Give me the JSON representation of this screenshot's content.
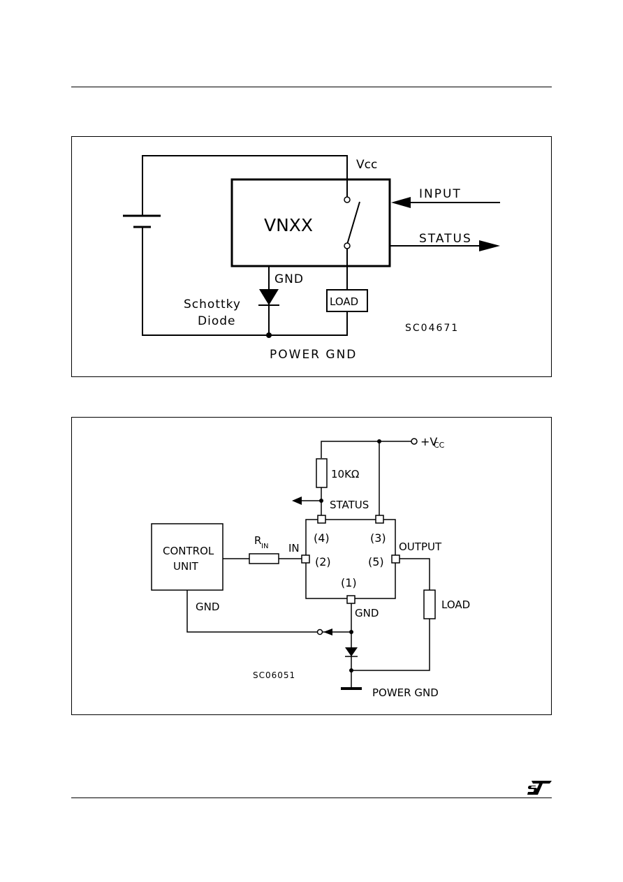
{
  "figure1": {
    "vcc": "Vcc",
    "chip": "VNXX",
    "input": "INPUT",
    "status": "STATUS",
    "gnd": "GND",
    "diode_line1": "Schottky",
    "diode_line2": "Diode",
    "load": "LOAD",
    "power_gnd": "POWER GND",
    "code": "SC04671"
  },
  "figure2": {
    "vcc_plus": "+V",
    "vcc_sub": "CC",
    "resistor": "10KΩ",
    "status": "STATUS",
    "control_line1": "CONTROL",
    "control_line2": "UNIT",
    "rin_main": "R",
    "rin_sub": "IN",
    "in": "IN",
    "pin4": "(4)",
    "pin3": "(3)",
    "pin2": "(2)",
    "pin5": "(5)",
    "pin1": "(1)",
    "output": "OUTPUT",
    "load": "LOAD",
    "gnd_cu": "GND",
    "gnd_chip": "GND",
    "code": "SC06051",
    "power_gnd": "POWER GND"
  },
  "brand": {
    "logo": "ST"
  }
}
